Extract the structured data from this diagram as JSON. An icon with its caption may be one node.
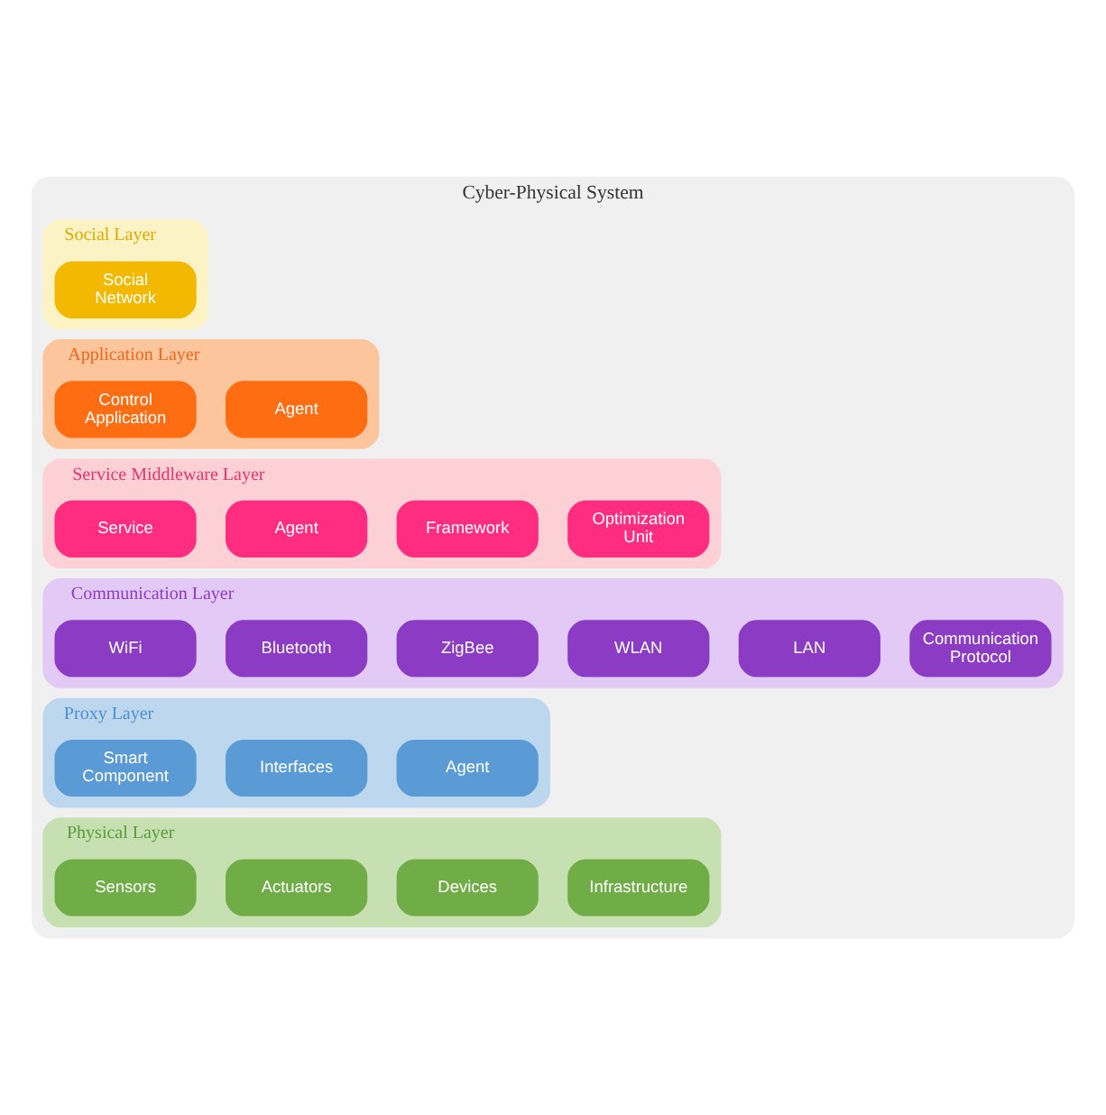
{
  "diagram": {
    "nodes": [
      {
        "text": [
          "Cyber-Physical System"
        ]
      },
      {
        "text": [
          "Social Layer"
        ],
        "in": 0
      },
      {
        "text": [
          "Social Network"
        ],
        "in": 1
      },
      {
        "text": [
          "Application Layer"
        ],
        "in": 0
      },
      {
        "text": [
          "Control Application"
        ],
        "in": 3
      },
      {
        "text": [
          "Agent"
        ],
        "in": 3
      },
      {
        "text": [
          "Service Middleware Layer"
        ],
        "in": 0
      },
      {
        "text": [
          "Service"
        ],
        "in": 6
      },
      {
        "text": [
          "Agent"
        ],
        "in": 6
      },
      {
        "text": [
          "Framework"
        ],
        "in": 6
      },
      {
        "text": [
          "Optimization Unit"
        ],
        "in": 6
      },
      {
        "text": [
          "Communication Layer"
        ],
        "in": 0
      },
      {
        "text": [
          "WiFi"
        ],
        "in": 11
      },
      {
        "text": [
          "Bluetooth"
        ],
        "in": 11
      },
      {
        "text": [
          "ZigBee"
        ],
        "in": 11
      },
      {
        "text": [
          "WLAN"
        ],
        "in": 11
      },
      {
        "text": [
          "LAN"
        ],
        "in": 11
      },
      {
        "text": [
          "Communication Protocol"
        ],
        "in": 11
      },
      {
        "text": [
          "Proxy Layer"
        ],
        "in": 0
      },
      {
        "text": [
          "Smart Component"
        ],
        "in": 18
      },
      {
        "text": [
          "Interfaces"
        ],
        "in": 18
      },
      {
        "text": [
          "Agent"
        ],
        "in": 18
      },
      {
        "text": [
          "Physical Layer"
        ],
        "in": 0
      },
      {
        "text": [
          "Sensors"
        ],
        "in": 22
      },
      {
        "text": [
          "Actuators"
        ],
        "in": 22
      },
      {
        "text": [
          "Devices"
        ],
        "in": 22
      },
      {
        "text": [
          "Infrastructure"
        ],
        "in": 22
      }
    ],
    "edges": []
  }
}
